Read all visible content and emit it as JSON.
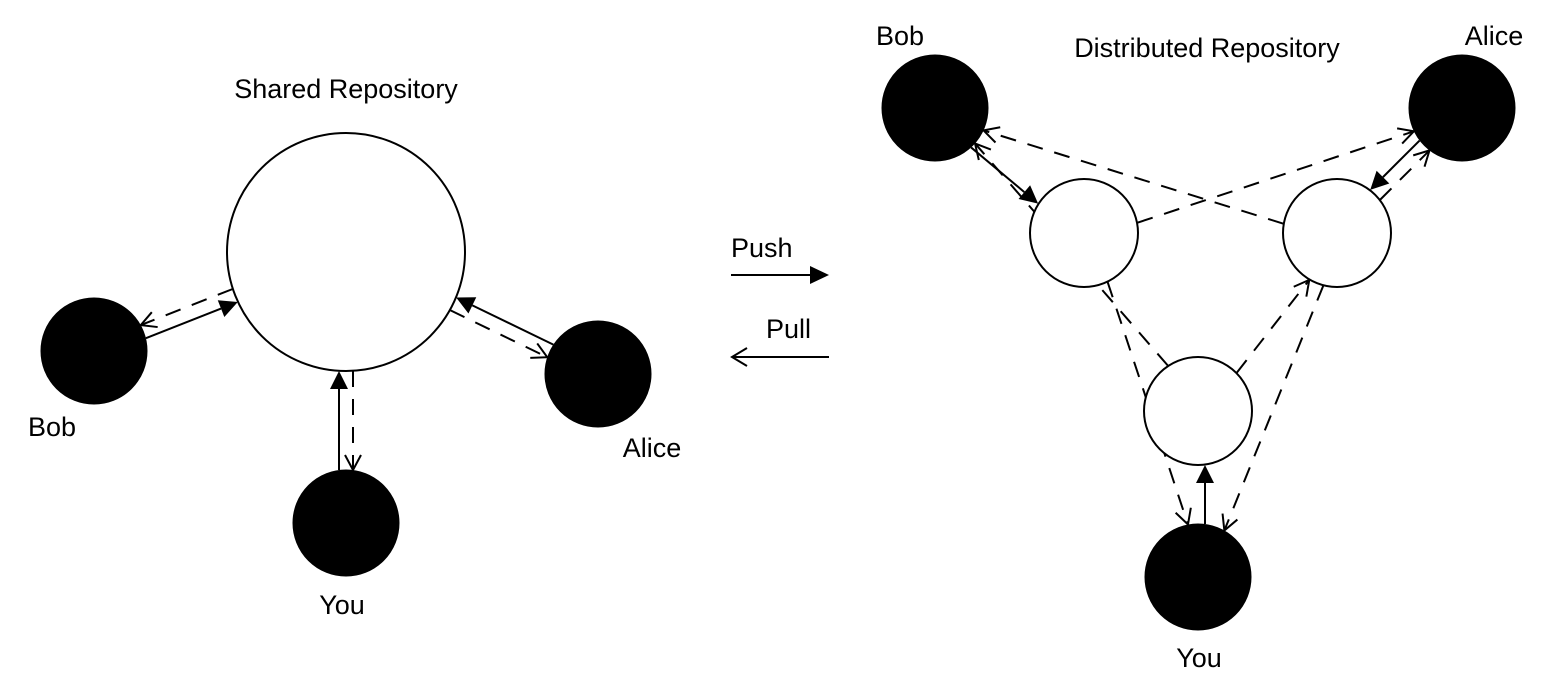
{
  "diagram": {
    "left": {
      "title": "Shared Repository",
      "nodes": [
        {
          "id": "shared",
          "type": "repository",
          "label": ""
        },
        {
          "id": "bob",
          "type": "user",
          "label": "Bob"
        },
        {
          "id": "you",
          "type": "user",
          "label": "You"
        },
        {
          "id": "alice",
          "type": "user",
          "label": "Alice"
        }
      ],
      "edges": [
        {
          "from": "bob",
          "to": "shared",
          "kind": "push"
        },
        {
          "from": "shared",
          "to": "bob",
          "kind": "pull"
        },
        {
          "from": "you",
          "to": "shared",
          "kind": "push"
        },
        {
          "from": "shared",
          "to": "you",
          "kind": "pull"
        },
        {
          "from": "alice",
          "to": "shared",
          "kind": "push"
        },
        {
          "from": "shared",
          "to": "alice",
          "kind": "pull"
        }
      ]
    },
    "legend": {
      "push_label": "Push",
      "pull_label": "Pull"
    },
    "right": {
      "title": "Distributed Repository",
      "nodes": [
        {
          "id": "bob",
          "type": "user",
          "label": "Bob"
        },
        {
          "id": "alice",
          "type": "user",
          "label": "Alice"
        },
        {
          "id": "you",
          "type": "user",
          "label": "You"
        },
        {
          "id": "bob_repo",
          "type": "repository",
          "label": ""
        },
        {
          "id": "alice_repo",
          "type": "repository",
          "label": ""
        },
        {
          "id": "you_repo",
          "type": "repository",
          "label": ""
        }
      ],
      "edges": [
        {
          "from": "bob",
          "to": "bob_repo",
          "kind": "push"
        },
        {
          "from": "alice",
          "to": "alice_repo",
          "kind": "push"
        },
        {
          "from": "you",
          "to": "you_repo",
          "kind": "push"
        },
        {
          "from": "bob_repo",
          "to": "alice",
          "kind": "pull"
        },
        {
          "from": "alice_repo",
          "to": "bob",
          "kind": "pull"
        },
        {
          "from": "alice_repo",
          "to": "alice",
          "kind": "pull"
        },
        {
          "from": "you_repo",
          "to": "bob",
          "kind": "pull"
        },
        {
          "from": "bob_repo",
          "to": "you",
          "kind": "pull"
        },
        {
          "from": "alice_repo",
          "to": "you",
          "kind": "pull"
        },
        {
          "from": "you_repo",
          "to": "alice_repo",
          "kind": "pull"
        }
      ]
    }
  }
}
